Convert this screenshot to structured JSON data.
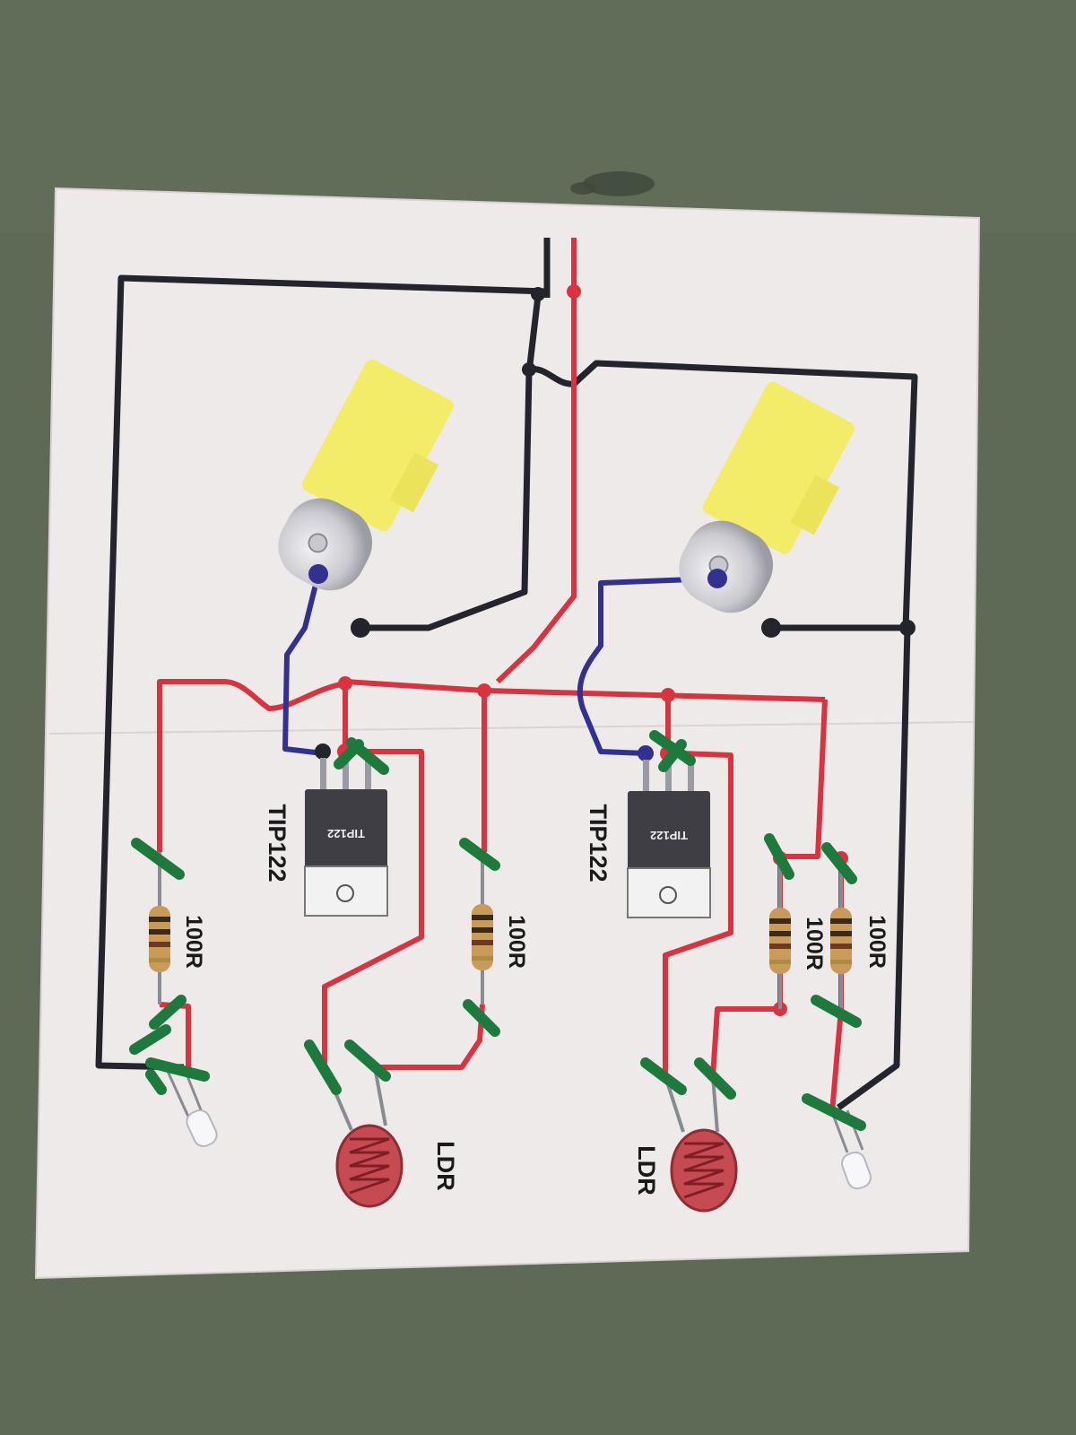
{
  "diagram": {
    "colors": {
      "table": "#5e6a55",
      "paper": "#eeeae9",
      "wire_positive": "#d8333f",
      "wire_ground": "#23242c",
      "wire_motor": "#33318f",
      "solder_mark": "#1d7a3c",
      "motor_body": "#f2ec68",
      "transistor_body": "#3e3e44"
    },
    "left_circuit": {
      "transistor_label": "TIP122",
      "transistor_chip_text": "TIP122",
      "resistor_a_label": "100R",
      "resistor_b_label": "100R",
      "ldr_label": "LDR"
    },
    "right_circuit": {
      "transistor_label": "TIP122",
      "transistor_chip_text": "TIP122",
      "resistor_a_label": "100R",
      "resistor_b_label": "100R",
      "ldr_label": "LDR"
    },
    "icons": [
      "gear-motor-icon",
      "transistor-icon",
      "resistor-icon",
      "ldr-icon",
      "led-icon"
    ]
  }
}
